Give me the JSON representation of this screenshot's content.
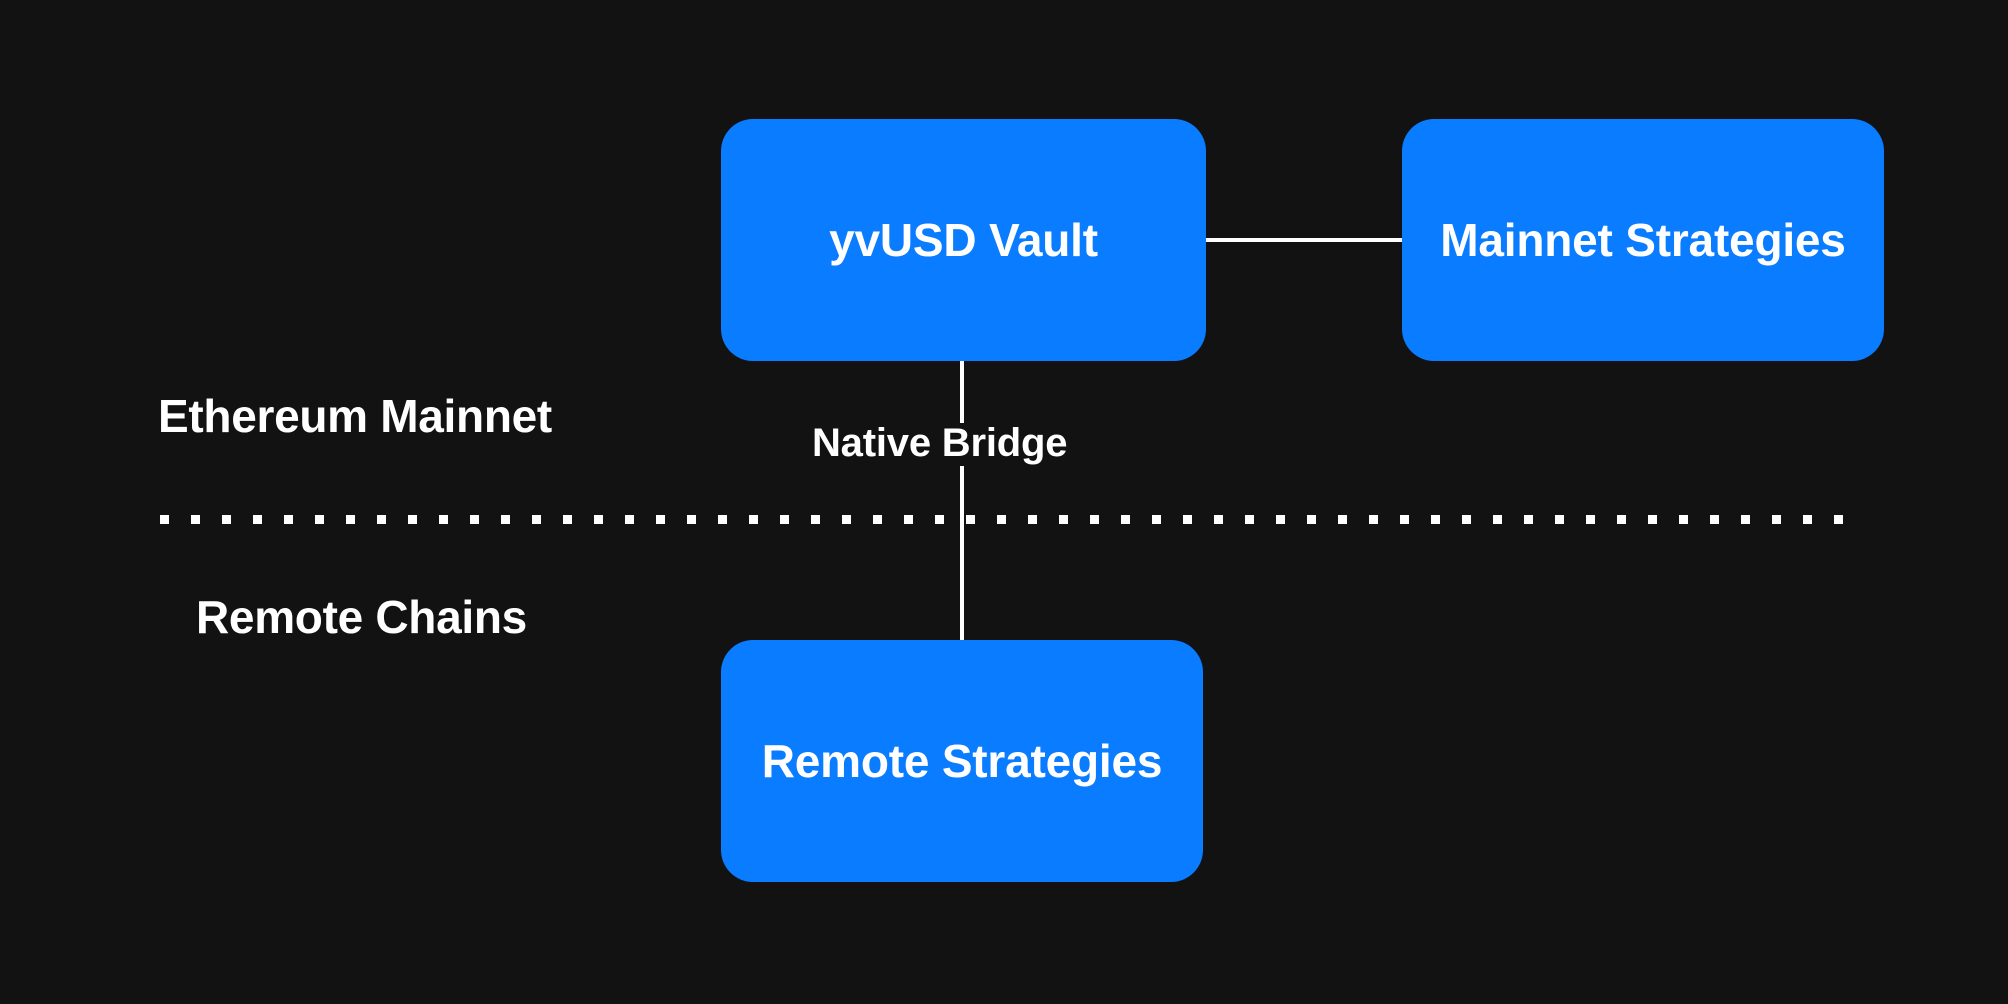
{
  "diagram": {
    "background_color": "#121212",
    "accent_color": "#0a7cff",
    "line_color": "#ffffff",
    "text_color": "#ffffff",
    "nodes": [
      {
        "id": "yvusd-vault",
        "label": "yvUSD Vault"
      },
      {
        "id": "mainnet-strategies",
        "label": "Mainnet Strategies"
      },
      {
        "id": "remote-strategies",
        "label": "Remote Strategies"
      }
    ],
    "edges": [
      {
        "id": "vault-to-mainnet",
        "label": "",
        "style": "solid"
      },
      {
        "id": "vault-to-remote",
        "label": "Native Bridge",
        "style": "solid"
      }
    ],
    "zones": [
      {
        "id": "ethereum-mainnet",
        "label": "Ethereum Mainnet"
      },
      {
        "id": "remote-chains",
        "label": "Remote Chains"
      }
    ],
    "divider": {
      "style": "dotted",
      "color": "#ffffff"
    }
  }
}
